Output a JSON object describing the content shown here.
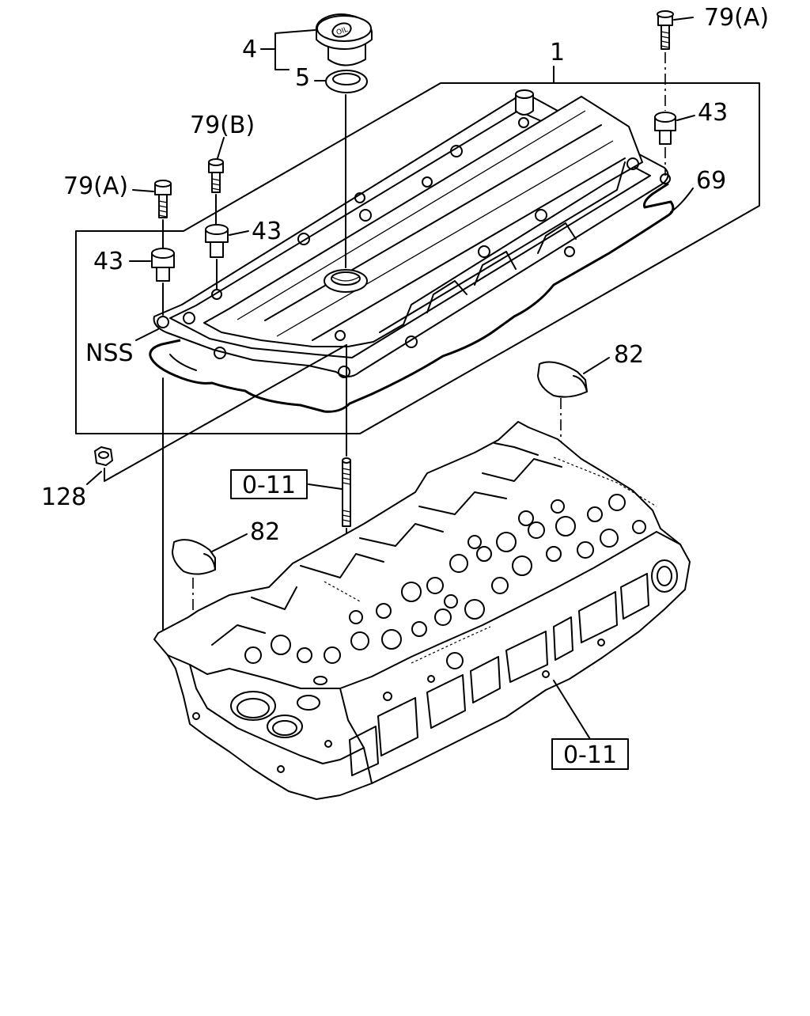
{
  "callouts": {
    "bolt_79a_top": "79(A)",
    "bolt_79a_left": "79(A)",
    "bolt_79b": "79(B)",
    "bushing_43_right": "43",
    "bushing_43_mid": "43",
    "bushing_43_left": "43",
    "cover_1": "1",
    "cap_4": "4",
    "seal_5": "5",
    "gasket_69": "69",
    "nss": "NSS",
    "plug_82_right": "82",
    "plug_82_left": "82",
    "nut_128": "128"
  },
  "refs": {
    "stud_ref": "0-11",
    "head_ref": "0-11"
  },
  "cap_text": "OIL"
}
